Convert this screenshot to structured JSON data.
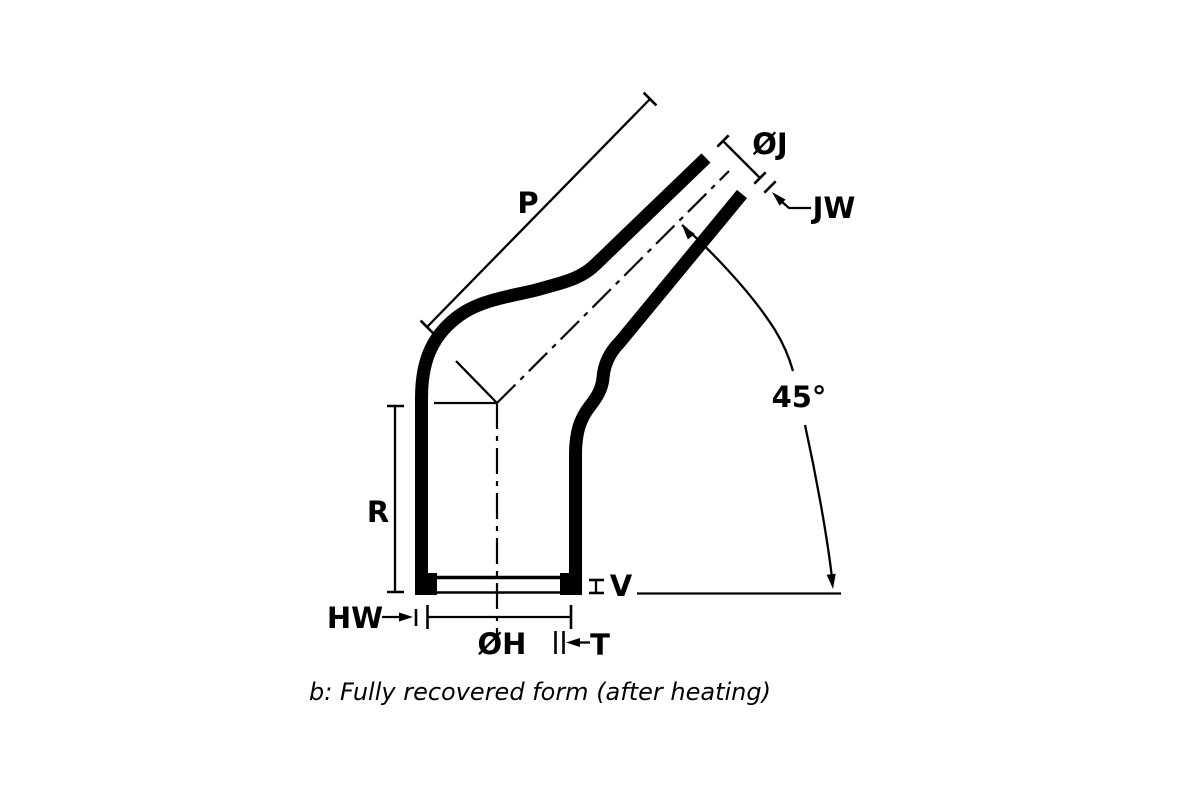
{
  "figure": {
    "type": "technical-dimension-drawing",
    "subject": "45-degree heat-shrink boot, fully recovered form",
    "caption": "b: Fully recovered form (after heating)",
    "labels": {
      "p": "P",
      "oj": "ØJ",
      "jw": "JW",
      "angle": "45°",
      "r": "R",
      "v": "V",
      "hw": "HW",
      "oh": "ØH",
      "t": "T"
    },
    "colors": {
      "ink": "#000000",
      "background": "#ffffff"
    }
  }
}
